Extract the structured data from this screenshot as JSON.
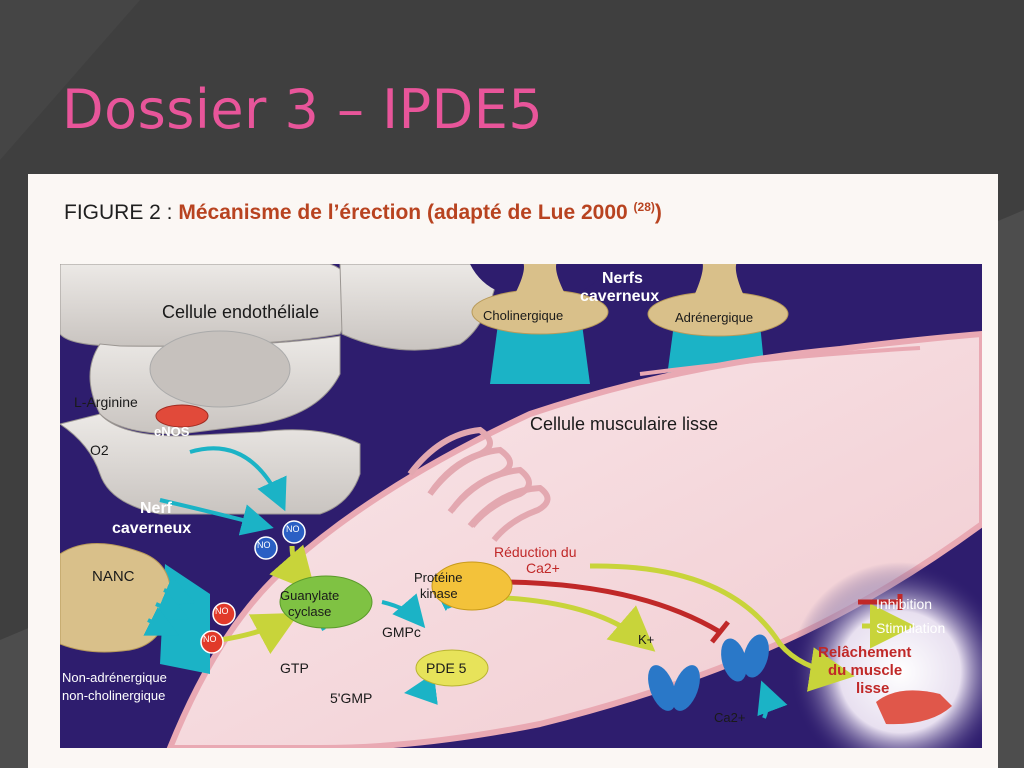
{
  "slide": {
    "title": "Dossier 3 – IPDE5"
  },
  "figure": {
    "label": "FIGURE 2 : ",
    "title": "Mécanisme de l’érection",
    "source": "(adapté de Lue 2000 ",
    "source_ref": "(28)",
    "source_end": ")"
  },
  "labels": {
    "endothelial_cell": "Cellule endothéliale",
    "nerves_title_1": "Nerfs",
    "nerves_title_2": "caverneux",
    "cholinergic": "Cholinergique",
    "adrenergic": "Adrénergique",
    "smooth_muscle_cell": "Cellule musculaire lisse",
    "l_arginine": "L-Arginine",
    "enos": "eNOS",
    "o2": "O2",
    "nerve_1": "Nerf",
    "nerve_2": "caverneux",
    "nanc": "NANC",
    "nanc_full_1": "Non-adrénergique",
    "nanc_full_2": "non-cholinergique",
    "no": "NO",
    "guanylate_1": "Guanylate",
    "guanylate_2": "cyclase",
    "gtp": "GTP",
    "gmpc": "GMPc",
    "pde5": "PDE 5",
    "five_gmp": "5'GMP",
    "protein_1": "Protéine",
    "protein_2": "kinase",
    "reduction_1": "Réduction du",
    "reduction_2": "Ca2+",
    "k_plus": "K+",
    "ca_plus": "Ca2+",
    "legend_inhibition": "Inhibition",
    "legend_stimulation": "Stimulation",
    "relax_1": "Relâchement",
    "relax_2": "du muscle",
    "relax_3": "lisse"
  },
  "colors": {
    "background": "#4d4d4d",
    "title": "#e8559a",
    "diagram_bg": "#2e1d6e",
    "muscle": "#f4d6da",
    "teal": "#1bb3c6",
    "caption_accent": "#b84320",
    "inhibition": "#c02828",
    "stimulation": "#c8d43a"
  }
}
